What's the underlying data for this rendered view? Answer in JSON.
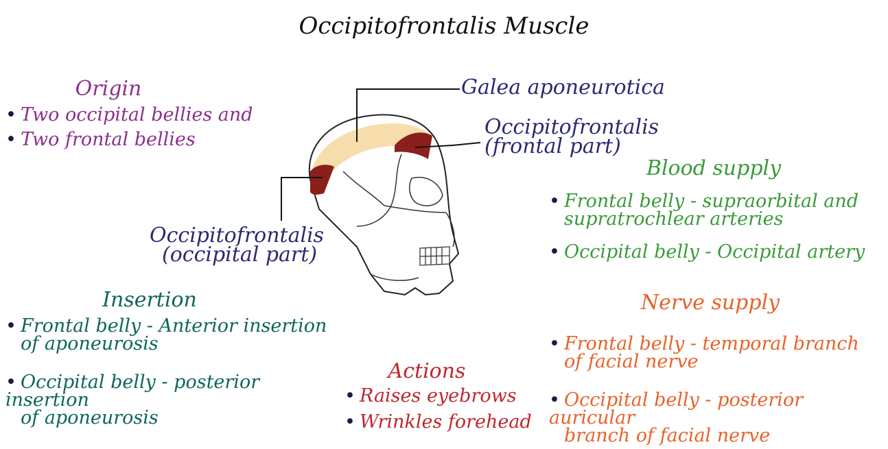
{
  "title": "Occipitofrontalis Muscle",
  "colors": {
    "origin": "#8b2f8f",
    "insertion": "#0e6659",
    "actions": "#c0262d",
    "blood": "#3a9a3a",
    "nerve": "#e8622a",
    "labels": "#2a2a72",
    "aponeurosis": "#f6ddab",
    "muscle": "#8b1f1c"
  },
  "origin": {
    "heading": "Origin",
    "items": [
      "Two occipital bellies and",
      "Two frontal bellies"
    ]
  },
  "insertion": {
    "heading": "Insertion",
    "items": [
      [
        "Frontal belly - Anterior insertion",
        "of aponeurosis"
      ],
      [
        "Occipital belly - posterior insertion",
        "of aponeurosis"
      ]
    ]
  },
  "actions": {
    "heading": "Actions",
    "items": [
      "Raises eyebrows",
      "Wrinkles forehead"
    ]
  },
  "blood_supply": {
    "heading": "Blood supply",
    "items": [
      [
        "Frontal belly - supraorbital and",
        "supratrochlear arteries"
      ],
      [
        "Occipital belly - Occipital artery"
      ]
    ]
  },
  "nerve_supply": {
    "heading": "Nerve supply",
    "items": [
      [
        "Frontal belly - temporal branch",
        "of facial nerve"
      ],
      [
        "Occipital belly - posterior auricular",
        "branch of facial nerve"
      ]
    ]
  },
  "labels": {
    "galea": "Galea aponeurotica",
    "frontal": [
      "Occipitofrontalis",
      "(frontal part)"
    ],
    "occipital": [
      "Occipitofrontalis",
      "(occipital part)"
    ]
  },
  "bullet": "•"
}
